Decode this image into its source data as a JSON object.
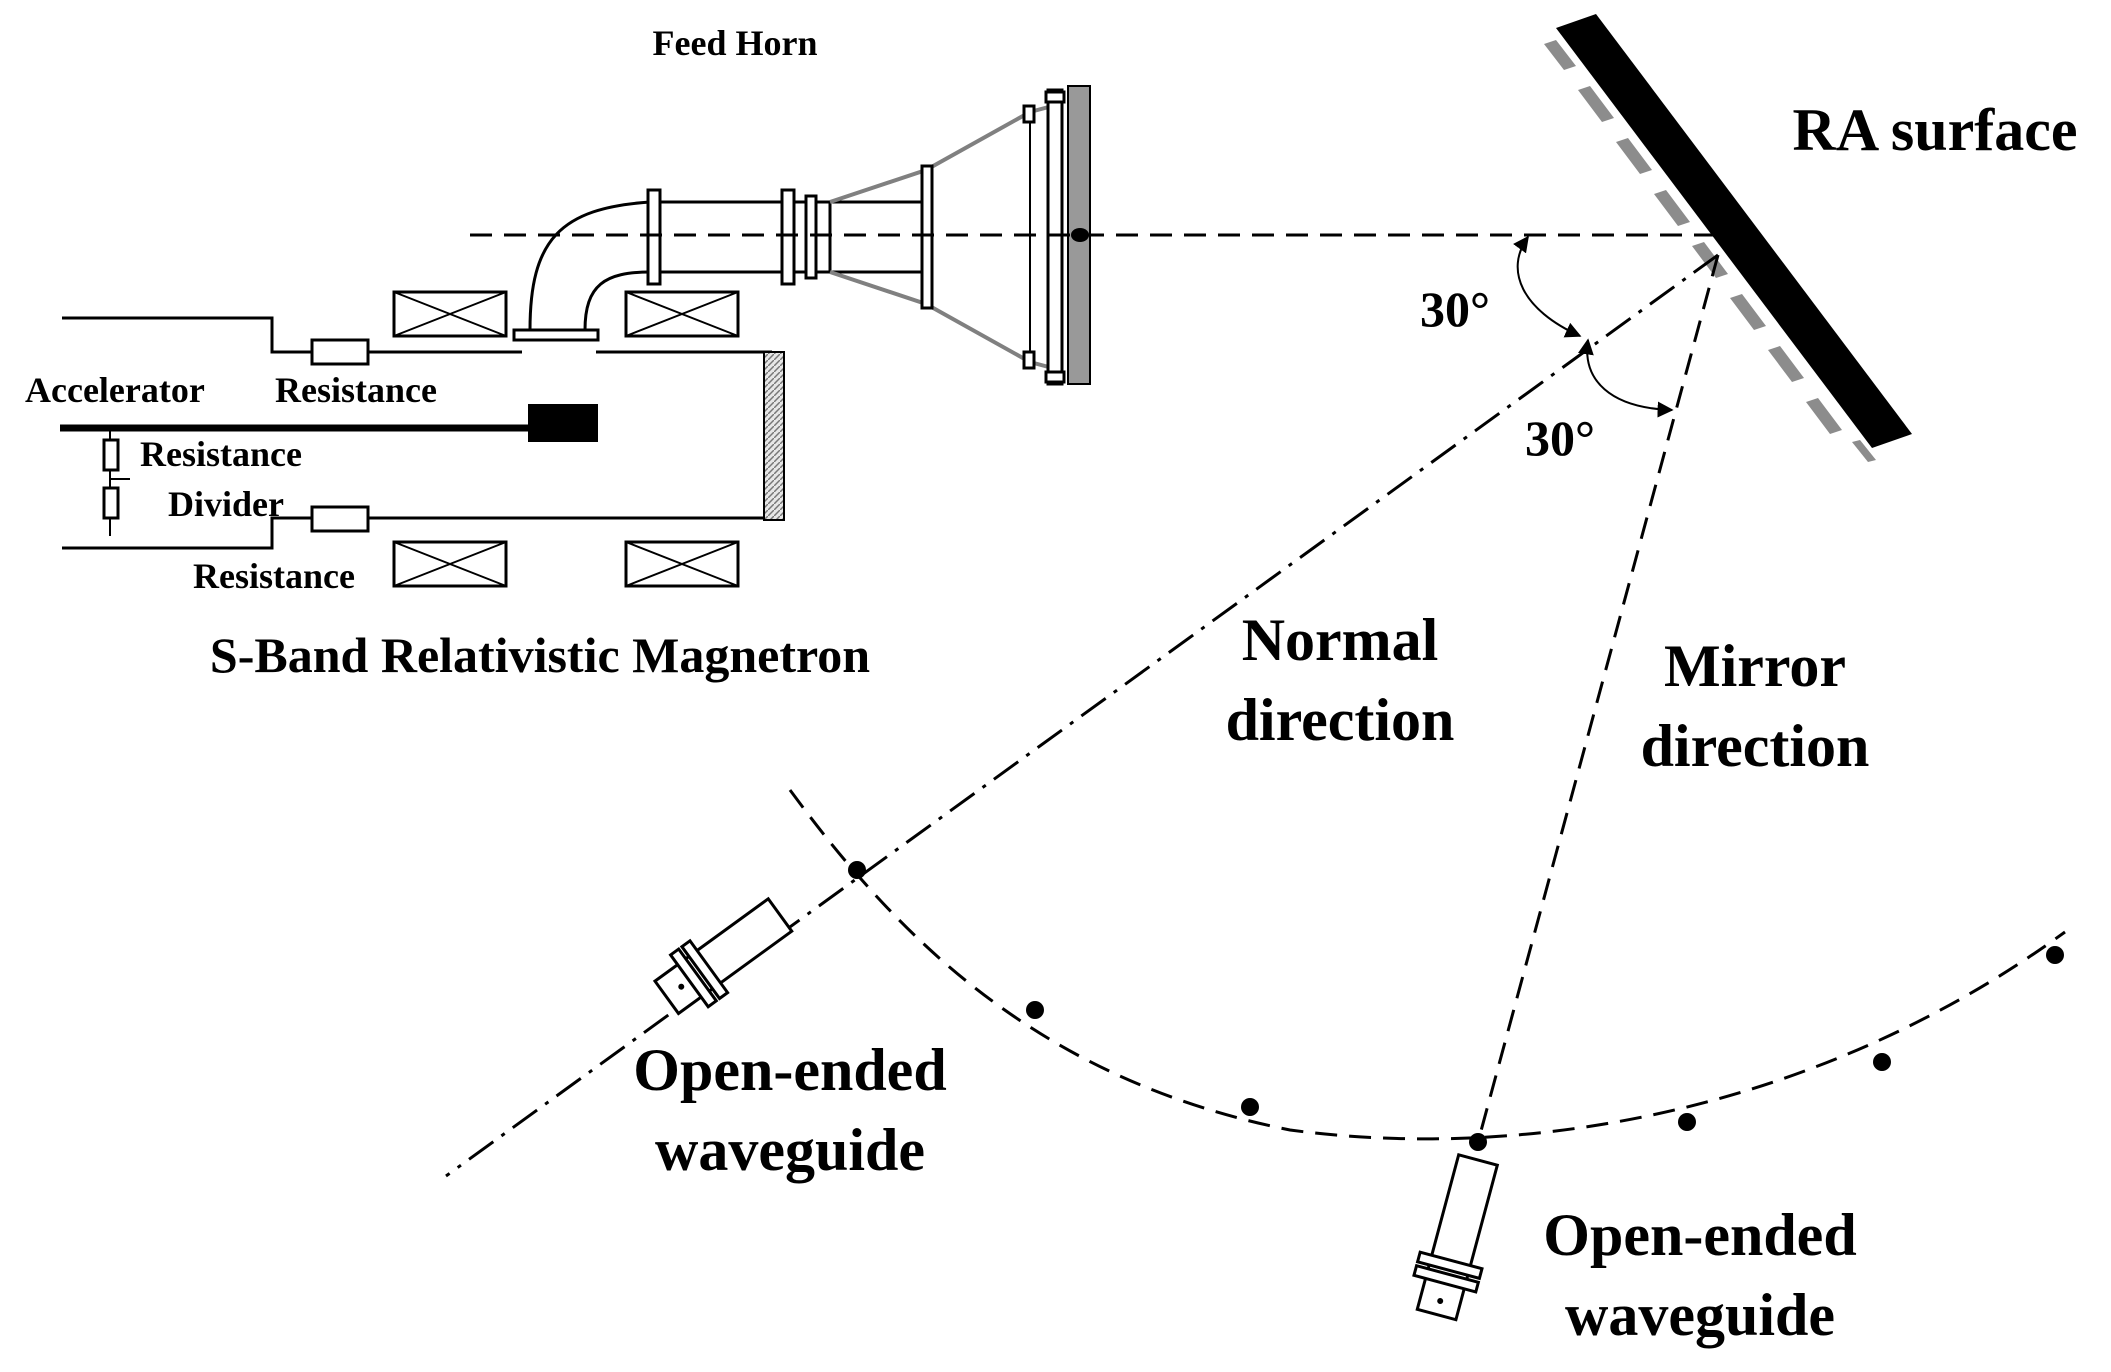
{
  "labels": {
    "feed_horn": "Feed Horn",
    "ra_surface": "RA surface",
    "angle_upper": "30°",
    "angle_lower": "30°",
    "accelerator": "Accelerator",
    "resistance_top": "Resistance",
    "resistance_divider_1": "Resistance",
    "resistance_divider_2": "Divider",
    "resistance_bottom": "Resistance",
    "magnetron": "S-Band Relativistic Magnetron",
    "normal_dir_1": "Normal",
    "normal_dir_2": "direction",
    "mirror_dir_1": "Mirror",
    "mirror_dir_2": "direction",
    "waveguide_left_1": "Open-ended",
    "waveguide_left_2": "waveguide",
    "waveguide_bottom_1": "Open-ended",
    "waveguide_bottom_2": "waveguide"
  },
  "colors": {
    "ink": "#000000",
    "horn": "#808080",
    "ra_tile": "#8c8c8c"
  }
}
